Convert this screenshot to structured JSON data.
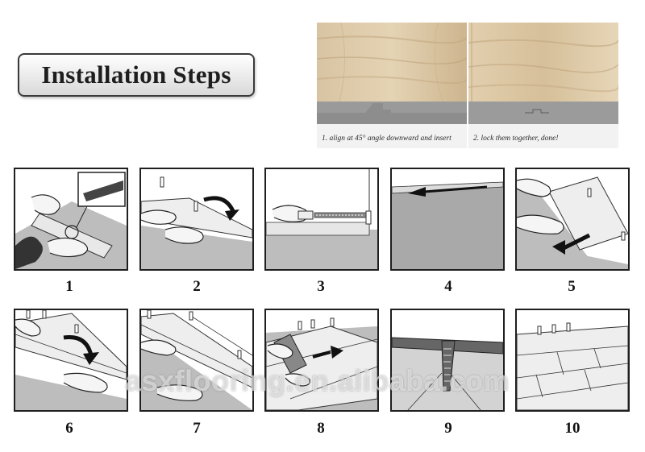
{
  "title": "Installation Steps",
  "photo_captions": [
    "1. align at 45° angle downward and insert",
    "2. lock them together, done!"
  ],
  "step_numbers": [
    "1",
    "2",
    "3",
    "4",
    "5",
    "6",
    "7",
    "8",
    "9",
    "10"
  ],
  "watermark": "asxflooring.en.alibaba.com"
}
